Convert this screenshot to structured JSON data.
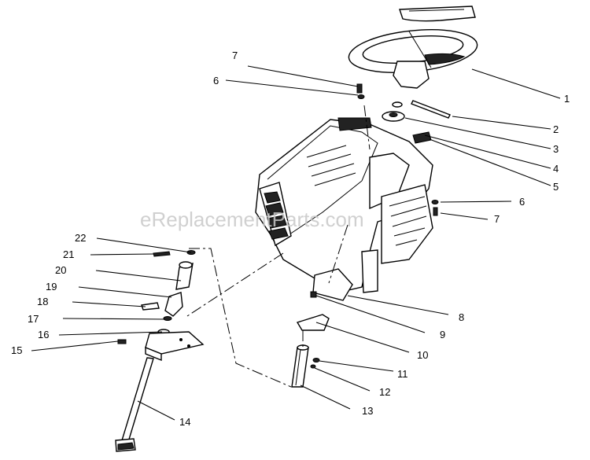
{
  "watermark": "eReplacementParts.com",
  "callouts": [
    {
      "id": "1",
      "text": "1"
    },
    {
      "id": "2",
      "text": "2"
    },
    {
      "id": "3",
      "text": "3"
    },
    {
      "id": "4",
      "text": "4"
    },
    {
      "id": "5",
      "text": "5"
    },
    {
      "id": "6a",
      "text": "6"
    },
    {
      "id": "7a",
      "text": "7"
    },
    {
      "id": "6b",
      "text": "6"
    },
    {
      "id": "7b",
      "text": "7"
    },
    {
      "id": "8",
      "text": "8"
    },
    {
      "id": "9",
      "text": "9"
    },
    {
      "id": "10",
      "text": "10"
    },
    {
      "id": "11",
      "text": "11"
    },
    {
      "id": "12",
      "text": "12"
    },
    {
      "id": "13",
      "text": "13"
    },
    {
      "id": "14",
      "text": "14"
    },
    {
      "id": "15",
      "text": "15"
    },
    {
      "id": "16",
      "text": "16"
    },
    {
      "id": "17",
      "text": "17"
    },
    {
      "id": "18",
      "text": "18"
    },
    {
      "id": "19",
      "text": "19"
    },
    {
      "id": "20",
      "text": "20"
    },
    {
      "id": "21",
      "text": "21"
    },
    {
      "id": "22",
      "text": "22"
    }
  ]
}
